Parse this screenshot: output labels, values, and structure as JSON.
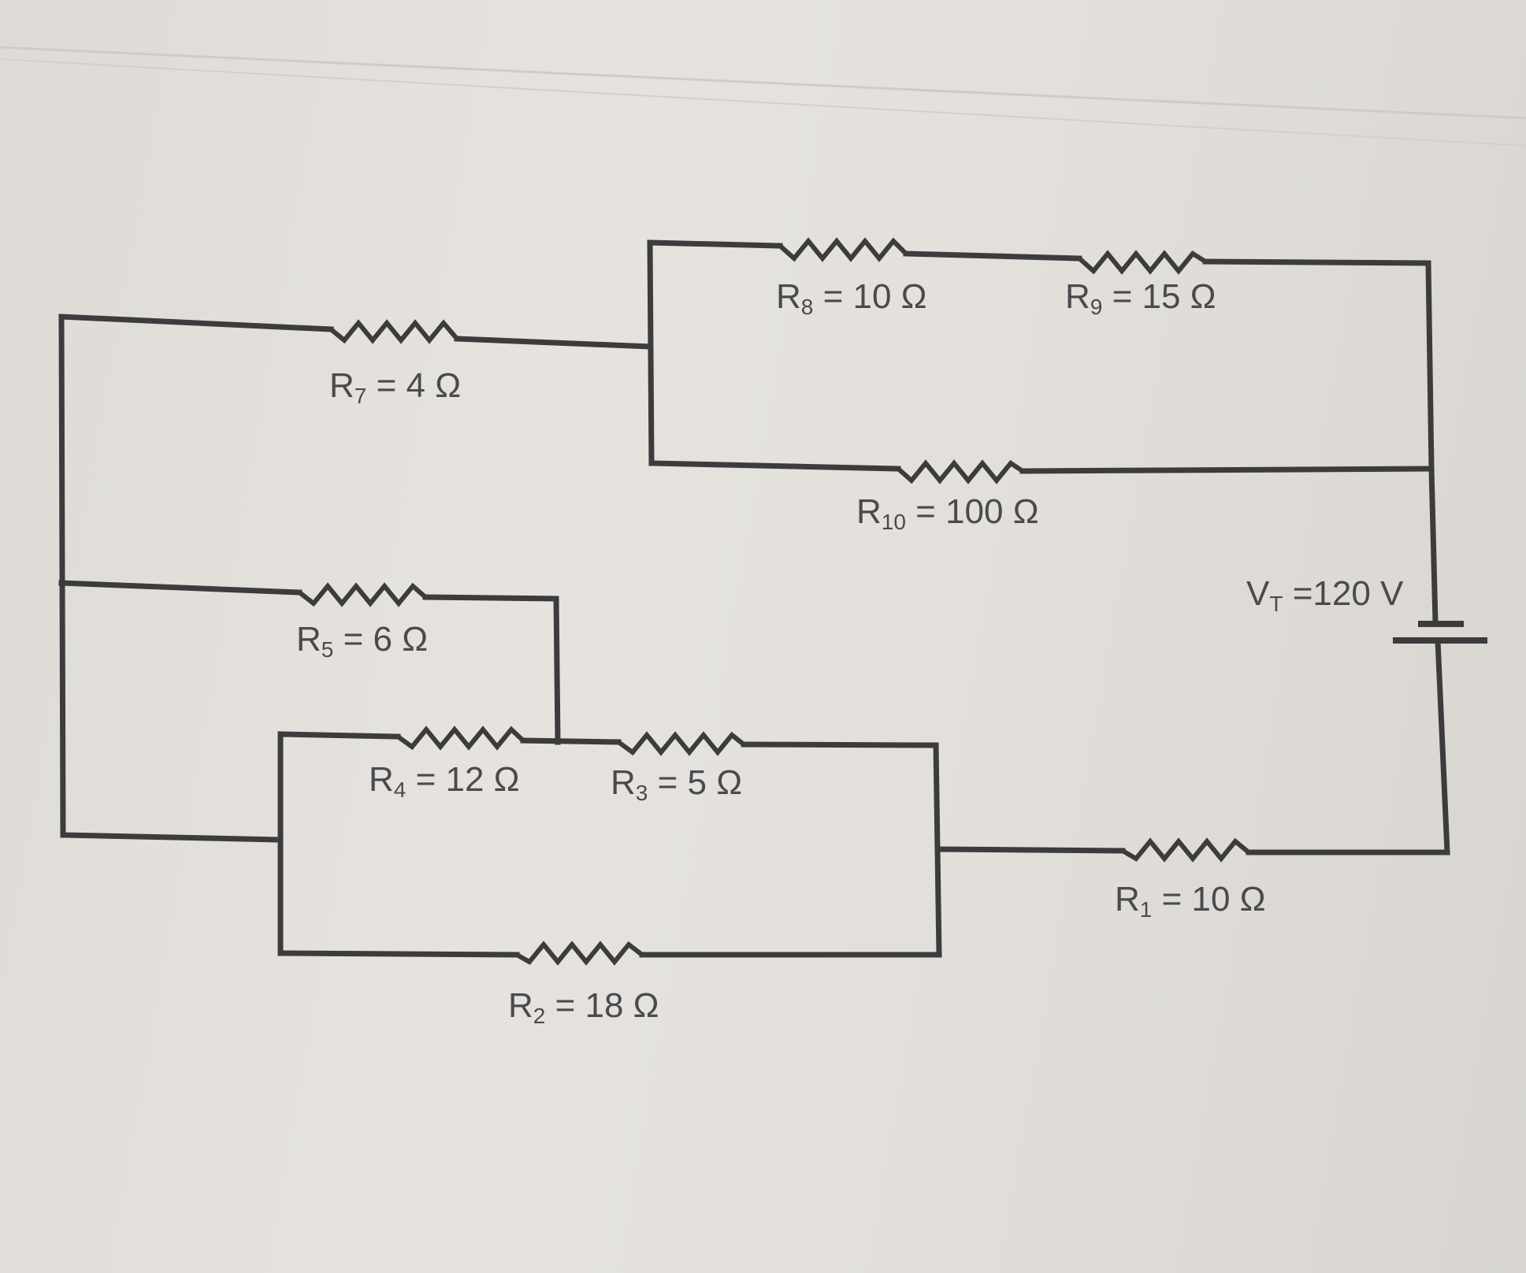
{
  "components": {
    "r8": {
      "name": "R",
      "sub": "8",
      "rest": " = 10 Ω"
    },
    "r9": {
      "name": "R",
      "sub": "9",
      "rest": " = 15 Ω"
    },
    "r7": {
      "name": "R",
      "sub": "7",
      "rest": " = 4 Ω"
    },
    "r10": {
      "name": "R",
      "sub": "10",
      "rest": " = 100 Ω"
    },
    "vt": {
      "name": "V",
      "sub": "T",
      "rest": " =120 V"
    },
    "r5": {
      "name": "R",
      "sub": "5",
      "rest": " = 6 Ω"
    },
    "r4": {
      "name": "R",
      "sub": "4",
      "rest": " = 12 Ω"
    },
    "r3": {
      "name": "R",
      "sub": "3",
      "rest": " = 5 Ω"
    },
    "r1": {
      "name": "R",
      "sub": "1",
      "rest": " = 10 Ω"
    },
    "r2": {
      "name": "R",
      "sub": "2",
      "rest": " = 18 Ω"
    }
  },
  "colors": {
    "ink": "#3c3c3e",
    "paper": "#e3e0db"
  }
}
